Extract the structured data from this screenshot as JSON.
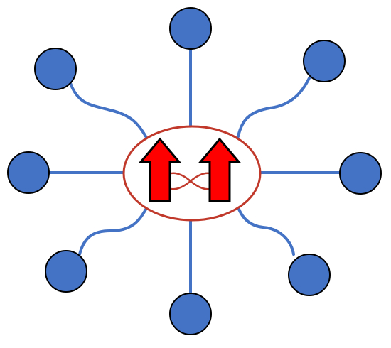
{
  "diagram": {
    "colors": {
      "node_fill": "#4472C4",
      "node_stroke": "#000000",
      "link": "#4472C4",
      "core_ring": "#C0392B",
      "arrow_fill": "#FF0000",
      "arrow_stroke": "#000000",
      "background": "#FFFFFF"
    },
    "node_count": 8,
    "core": {
      "arrow_count": 2,
      "arrow_direction": "up",
      "icons": [
        "up-arrow-icon",
        "up-arrow-icon"
      ]
    }
  }
}
